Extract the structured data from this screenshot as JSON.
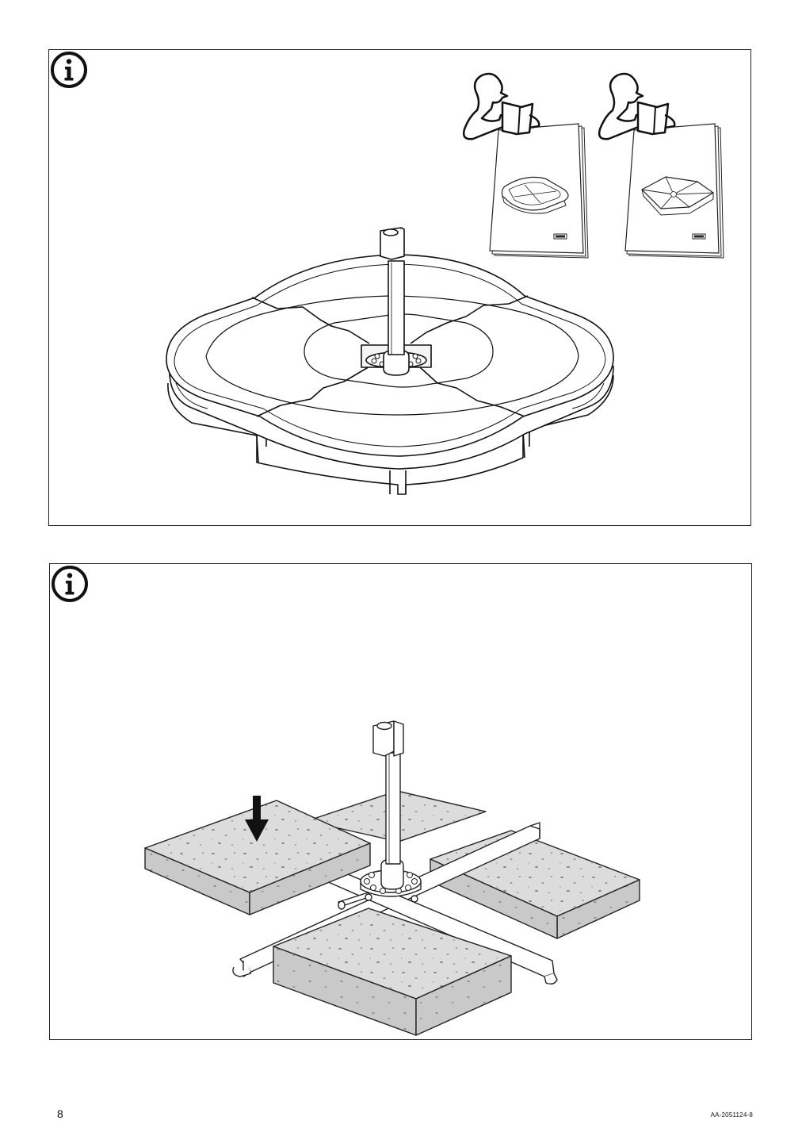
{
  "page": {
    "number": "8",
    "document_code": "AA-2051124-8"
  },
  "steps": [
    {
      "icon": "info-icon",
      "content": "umbrella-base-with-fillable-weights"
    },
    {
      "icon": "info-icon",
      "content": "umbrella-base-with-concrete-slabs"
    }
  ],
  "booklets": [
    {
      "icon": "person-reading-icon",
      "content": "fillable-base-manual"
    },
    {
      "icon": "person-reading-icon",
      "content": "weight-segments-manual"
    }
  ]
}
